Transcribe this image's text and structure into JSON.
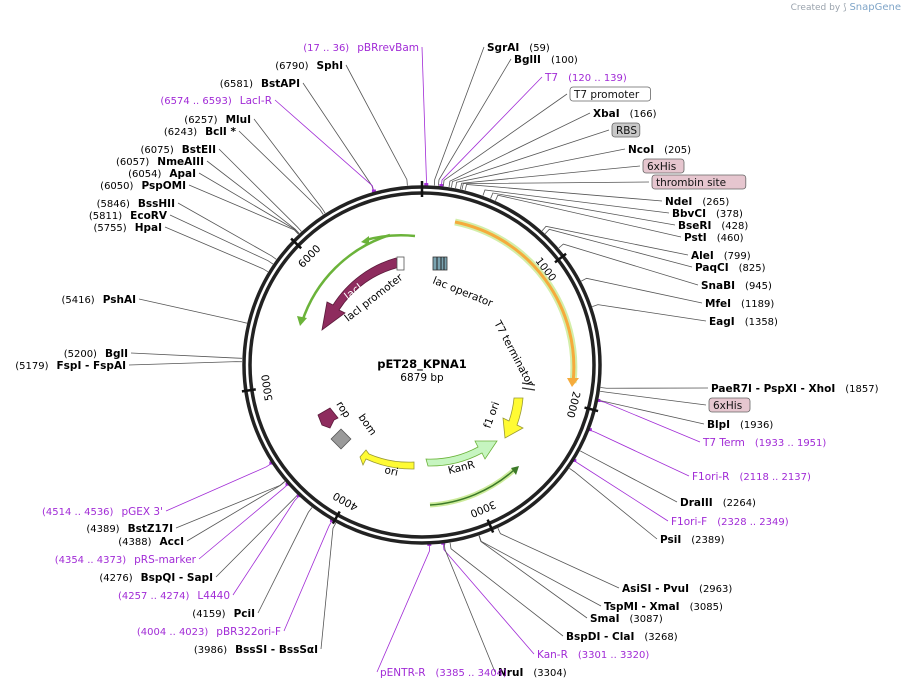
{
  "credit": {
    "prefix": "Created by",
    "brand": "SnapGene"
  },
  "plasmid": {
    "name": "pET28_KPNA1",
    "length": "6879 bp"
  },
  "ticks": [
    "1000",
    "2000",
    "3000",
    "4000",
    "5000",
    "6000"
  ],
  "colors": {
    "backbone": "#222222",
    "primer": "#a12bd6",
    "lacI": "#8e2c5e",
    "kanR": "#c6f5c0",
    "ori": "#fffb33",
    "f1ori": "#fffb33",
    "orf": "#f5ab3c",
    "orf_glow": "#b6e36f",
    "rom": "#9a9a9a",
    "box_grey": "#c8c8c8",
    "box_pink": "#e6c6cf"
  },
  "sites_right": [
    {
      "name": "SgrAI",
      "pos": "(59)"
    },
    {
      "name": "BglII",
      "pos": "(100)"
    },
    {
      "name": "T7",
      "pos": "(120 .. 139)",
      "primer": true
    },
    {
      "name": "T7 promoter",
      "box": "white"
    },
    {
      "name": "XbaI",
      "pos": "(166)"
    },
    {
      "name": "RBS",
      "box": "grey"
    },
    {
      "name": "NcoI",
      "pos": "(205)"
    },
    {
      "name": "6xHis",
      "box": "pink"
    },
    {
      "name": "thrombin site",
      "box": "pink"
    },
    {
      "name": "NdeI",
      "pos": "(265)"
    },
    {
      "name": "BbvCI",
      "pos": "(378)"
    },
    {
      "name": "BseRI",
      "pos": "(428)"
    },
    {
      "name": "PstI",
      "pos": "(460)"
    },
    {
      "name": "AleI",
      "pos": "(799)"
    },
    {
      "name": "PaqCI",
      "pos": "(825)"
    },
    {
      "name": "SnaBI",
      "pos": "(945)"
    },
    {
      "name": "MfeI",
      "pos": "(1189)"
    },
    {
      "name": "EagI",
      "pos": "(1358)"
    },
    {
      "name": "PaeR7I   -  PspXI   -  XhoI",
      "pos": "(1857)"
    },
    {
      "name": "6xHis",
      "box": "pink"
    },
    {
      "name": "BlpI",
      "pos": "(1936)"
    },
    {
      "name": "T7 Term",
      "pos": "(1933 .. 1951)",
      "primer": true
    },
    {
      "name": "F1ori-R",
      "pos": "(2118 .. 2137)",
      "primer": true
    },
    {
      "name": "DraIII",
      "pos": "(2264)"
    },
    {
      "name": "F1ori-F",
      "pos": "(2328 .. 2349)",
      "primer": true
    },
    {
      "name": "PsiI",
      "pos": "(2389)"
    },
    {
      "name": "AsiSI   -  PvuI",
      "pos": "(2963)"
    },
    {
      "name": "TspMI   -  XmaI",
      "pos": "(3085)"
    },
    {
      "name": "SmaI",
      "pos": "(3087)"
    },
    {
      "name": "BspDI   -  ClaI",
      "pos": "(3268)"
    },
    {
      "name": "Kan-R",
      "pos": "(3301 .. 3320)",
      "primer": true
    },
    {
      "name": "NruI",
      "pos": "(3304)"
    },
    {
      "name": "pENTR-R",
      "pos": "(3385 .. 3404)",
      "primer": true
    }
  ],
  "sites_left": [
    {
      "name": "pBRrevBam",
      "pos": "(17 .. 36)",
      "primer": true
    },
    {
      "name": "SphI",
      "pos": "(6790)"
    },
    {
      "name": "BstAPI",
      "pos": "(6581)"
    },
    {
      "name": "LacI-R",
      "pos": "(6574 .. 6593)",
      "primer": true
    },
    {
      "name": "MluI",
      "pos": "(6257)"
    },
    {
      "name": "BclI *",
      "pos": "(6243)"
    },
    {
      "name": "BstEII",
      "pos": "(6075)"
    },
    {
      "name": "NmeAIII",
      "pos": "(6057)"
    },
    {
      "name": "ApaI",
      "pos": "(6054)"
    },
    {
      "name": "PspOMI",
      "pos": "(6050)"
    },
    {
      "name": "BssHII",
      "pos": "(5846)"
    },
    {
      "name": "EcoRV",
      "pos": "(5811)"
    },
    {
      "name": "HpaI",
      "pos": "(5755)"
    },
    {
      "name": "PshAI",
      "pos": "(5416)"
    },
    {
      "name": "BglI",
      "pos": "(5200)"
    },
    {
      "name": "FspI   -  FspAI",
      "pos": "(5179)"
    },
    {
      "name": "pGEX 3'",
      "pos": "(4514 .. 4536)",
      "primer": true
    },
    {
      "name": "BstZ17I",
      "pos": "(4389)"
    },
    {
      "name": "AccI",
      "pos": "(4388)"
    },
    {
      "name": "pRS-marker",
      "pos": "(4354 .. 4373)",
      "primer": true
    },
    {
      "name": "BspQI   -  SapI",
      "pos": "(4276)"
    },
    {
      "name": "L4440",
      "pos": "(4257 .. 4274)",
      "primer": true
    },
    {
      "name": "PciI",
      "pos": "(4159)"
    },
    {
      "name": "pBR322ori-F",
      "pos": "(4004 .. 4023)",
      "primer": true
    },
    {
      "name": "BssSI   -  BssSαI",
      "pos": "(3986)"
    }
  ],
  "features": {
    "lacI": "lacI",
    "lacI_promoter": "lacI promoter",
    "lac_operator": "lac operator",
    "T7_terminator": "T7 terminator",
    "f1_ori": "f1 ori",
    "KanR": "KanR",
    "ori": "ori",
    "rop": "rop",
    "bom": "bom"
  }
}
